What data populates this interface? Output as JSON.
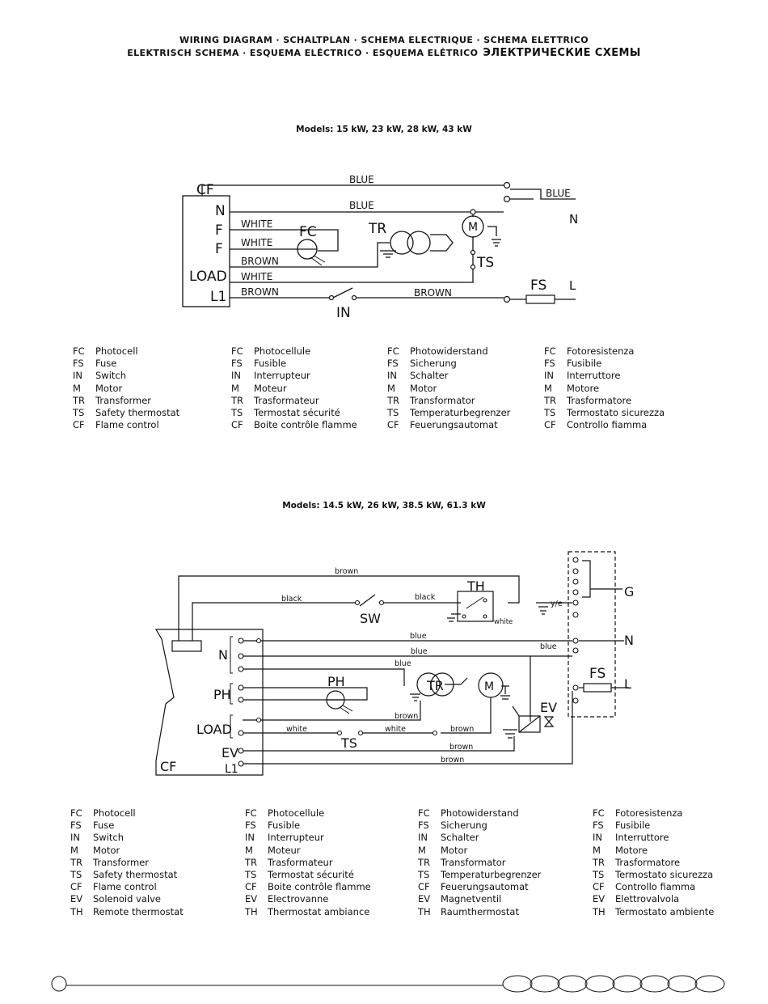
{
  "header": {
    "line1": "WIRING DIAGRAM · SCHALTPLAN · SCHEMA ELECTRIQUE · SCHEMA ELETTRICO",
    "line2": "ELEKTRISCH SCHEMA · ESQUEMA ELÉCTRICO · ESQUEMA ELÉTRICO",
    "line2_ru": "ЭЛЕКТРИЧЕСКИЕ СХЕМЫ"
  },
  "diagram1": {
    "title": "Models: 15 kW, 23 kW, 28 kW, 43 kW",
    "labels": {
      "cf": "CF",
      "n": "N",
      "f1": "F",
      "f2": "F",
      "load": "LOAD",
      "l1": "L1",
      "blue_top": "BLUE",
      "blue_mid": "BLUE",
      "blue_right": "BLUE",
      "white1": "WHITE",
      "white2": "WHITE",
      "brown1": "BROWN",
      "white3": "WHITE",
      "brown2": "BROWN",
      "brown3": "BROWN",
      "fc": "FC",
      "tr": "TR",
      "m": "M",
      "ts": "TS",
      "fs": "FS",
      "in": "IN",
      "n_out": "N",
      "l_out": "L"
    }
  },
  "legend1": [
    [
      {
        "code": "FC",
        "text": "Photocell"
      },
      {
        "code": "FS",
        "text": "Fuse"
      },
      {
        "code": "IN",
        "text": "Switch"
      },
      {
        "code": "M",
        "text": "Motor"
      },
      {
        "code": "TR",
        "text": "Transformer"
      },
      {
        "code": "TS",
        "text": "Safety thermostat"
      },
      {
        "code": "CF",
        "text": "Flame control"
      }
    ],
    [
      {
        "code": "FC",
        "text": "Photocellule"
      },
      {
        "code": "FS",
        "text": "Fusible"
      },
      {
        "code": "IN",
        "text": "Interrupteur"
      },
      {
        "code": "M",
        "text": "Moteur"
      },
      {
        "code": "TR",
        "text": "Trasformateur"
      },
      {
        "code": "TS",
        "text": "Termostat sécurité"
      },
      {
        "code": "CF",
        "text": "Boite contrôle flamme"
      }
    ],
    [
      {
        "code": "FC",
        "text": "Photowiderstand"
      },
      {
        "code": "FS",
        "text": "Sicherung"
      },
      {
        "code": "IN",
        "text": "Schalter"
      },
      {
        "code": "M",
        "text": "Motor"
      },
      {
        "code": "TR",
        "text": "Transformator"
      },
      {
        "code": "TS",
        "text": "Temperaturbegrenzer"
      },
      {
        "code": "CF",
        "text": "Feuerungsautomat"
      }
    ],
    [
      {
        "code": "FC",
        "text": "Fotoresistenza"
      },
      {
        "code": "FS",
        "text": "Fusibile"
      },
      {
        "code": "IN",
        "text": "Interruttore"
      },
      {
        "code": "M",
        "text": "Motore"
      },
      {
        "code": "TR",
        "text": "Trasformatore"
      },
      {
        "code": "TS",
        "text": "Termostato sicurezza"
      },
      {
        "code": "CF",
        "text": "Controllo fiamma"
      }
    ]
  ],
  "diagram2": {
    "title": "Models: 14.5 kW, 26 kW, 38.5 kW, 61.3 kW",
    "labels": {
      "brown_top": "brown",
      "black1": "black",
      "black2": "black",
      "th": "TH",
      "sw": "SW",
      "white_th": "white",
      "ye": "y/e",
      "g": "G",
      "n_out": "N",
      "l_out": "L",
      "fs": "FS",
      "blue1": "blue",
      "blue2": "blue",
      "blue3": "blue",
      "blue_right": "blue",
      "n_left": "N",
      "ph_left": "PH",
      "load_left": "LOAD",
      "ev_left": "EV",
      "l1_left": "L1",
      "cf": "CF",
      "ph": "PH",
      "tr": "TR",
      "m": "M",
      "ev": "EV",
      "ts": "TS",
      "brown_tr": "brown",
      "white_a": "white",
      "white_b": "white",
      "brown_a": "brown",
      "brown_b": "brown",
      "brown_c": "brown"
    }
  },
  "legend2": [
    [
      {
        "code": "FC",
        "text": "Photocell"
      },
      {
        "code": "FS",
        "text": "Fuse"
      },
      {
        "code": "IN",
        "text": "Switch"
      },
      {
        "code": "M",
        "text": "Motor"
      },
      {
        "code": "TR",
        "text": "Transformer"
      },
      {
        "code": "TS",
        "text": "Safety thermostat"
      },
      {
        "code": "CF",
        "text": "Flame control"
      },
      {
        "code": "EV",
        "text": "Solenoid valve"
      },
      {
        "code": "TH",
        "text": "Remote thermostat"
      }
    ],
    [
      {
        "code": "FC",
        "text": "Photocellule"
      },
      {
        "code": "FS",
        "text": "Fusible"
      },
      {
        "code": "IN",
        "text": "Interrupteur"
      },
      {
        "code": "M",
        "text": "Moteur"
      },
      {
        "code": "TR",
        "text": "Trasformateur"
      },
      {
        "code": "TS",
        "text": "Termostat sécurité"
      },
      {
        "code": "CF",
        "text": "Boite contrôle flamme"
      },
      {
        "code": "EV",
        "text": "Electrovanne"
      },
      {
        "code": "TH",
        "text": "Thermostat ambiance"
      }
    ],
    [
      {
        "code": "FC",
        "text": "Photowiderstand"
      },
      {
        "code": "FS",
        "text": "Sicherung"
      },
      {
        "code": "IN",
        "text": "Schalter"
      },
      {
        "code": "M",
        "text": "Motor"
      },
      {
        "code": "TR",
        "text": "Transformator"
      },
      {
        "code": "TS",
        "text": "Temperaturbegrenzer"
      },
      {
        "code": "CF",
        "text": "Feuerungsautomat"
      },
      {
        "code": "EV",
        "text": "Magnetventil"
      },
      {
        "code": "TH",
        "text": "Raumthermostat"
      }
    ],
    [
      {
        "code": "FC",
        "text": "Fotoresistenza"
      },
      {
        "code": "FS",
        "text": "Fusibile"
      },
      {
        "code": "IN",
        "text": "Interruttore"
      },
      {
        "code": "M",
        "text": "Motore"
      },
      {
        "code": "TR",
        "text": "Trasformatore"
      },
      {
        "code": "TS",
        "text": "Termostato sicurezza"
      },
      {
        "code": "CF",
        "text": "Controllo fiamma"
      },
      {
        "code": "EV",
        "text": "Elettrovalvola"
      },
      {
        "code": "TH",
        "text": "Termostato ambiente"
      }
    ]
  ]
}
